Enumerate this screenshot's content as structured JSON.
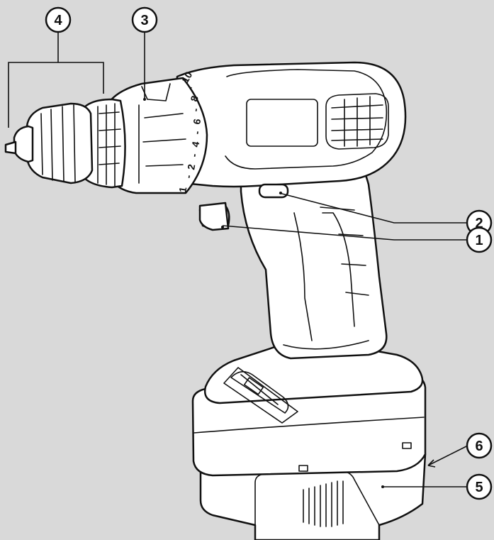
{
  "callouts": [
    {
      "id": "1",
      "label": "1"
    },
    {
      "id": "2",
      "label": "2"
    },
    {
      "id": "3",
      "label": "3"
    },
    {
      "id": "4",
      "label": "4"
    },
    {
      "id": "5",
      "label": "5"
    },
    {
      "id": "6",
      "label": "6"
    }
  ],
  "torque_scale": {
    "marks": [
      "1",
      "-",
      "2",
      "-",
      "4",
      "-",
      "6",
      "-",
      "8",
      "-",
      "10"
    ]
  }
}
